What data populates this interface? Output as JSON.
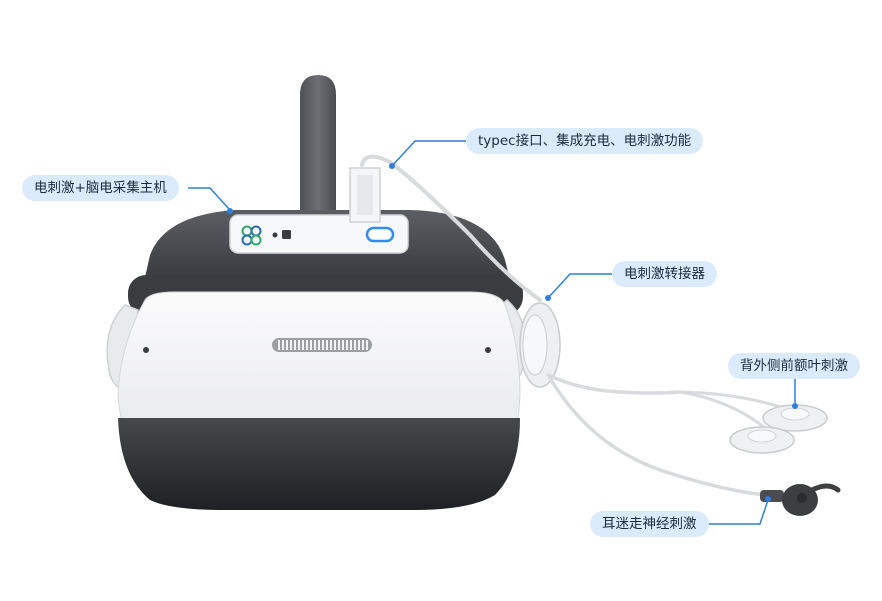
{
  "callouts": {
    "typec": "typec接口、集成充电、电刺激功能",
    "host": "电刺激+脑电采集主机",
    "adapter": "电刺激转接器",
    "forehead": "背外侧前额叶刺激",
    "ear": "耳迷走神经刺激"
  },
  "colors": {
    "callout_bg": "#dcebfb",
    "leader_line": "#2f7fdc",
    "headset_body": "#f2f3f5",
    "headset_dark": "#3a3c40",
    "strap": "#5f6165",
    "cable": "#e3e5e8"
  },
  "icons": {
    "logo": "clover-logo-icon",
    "power": "power-button-icon"
  }
}
